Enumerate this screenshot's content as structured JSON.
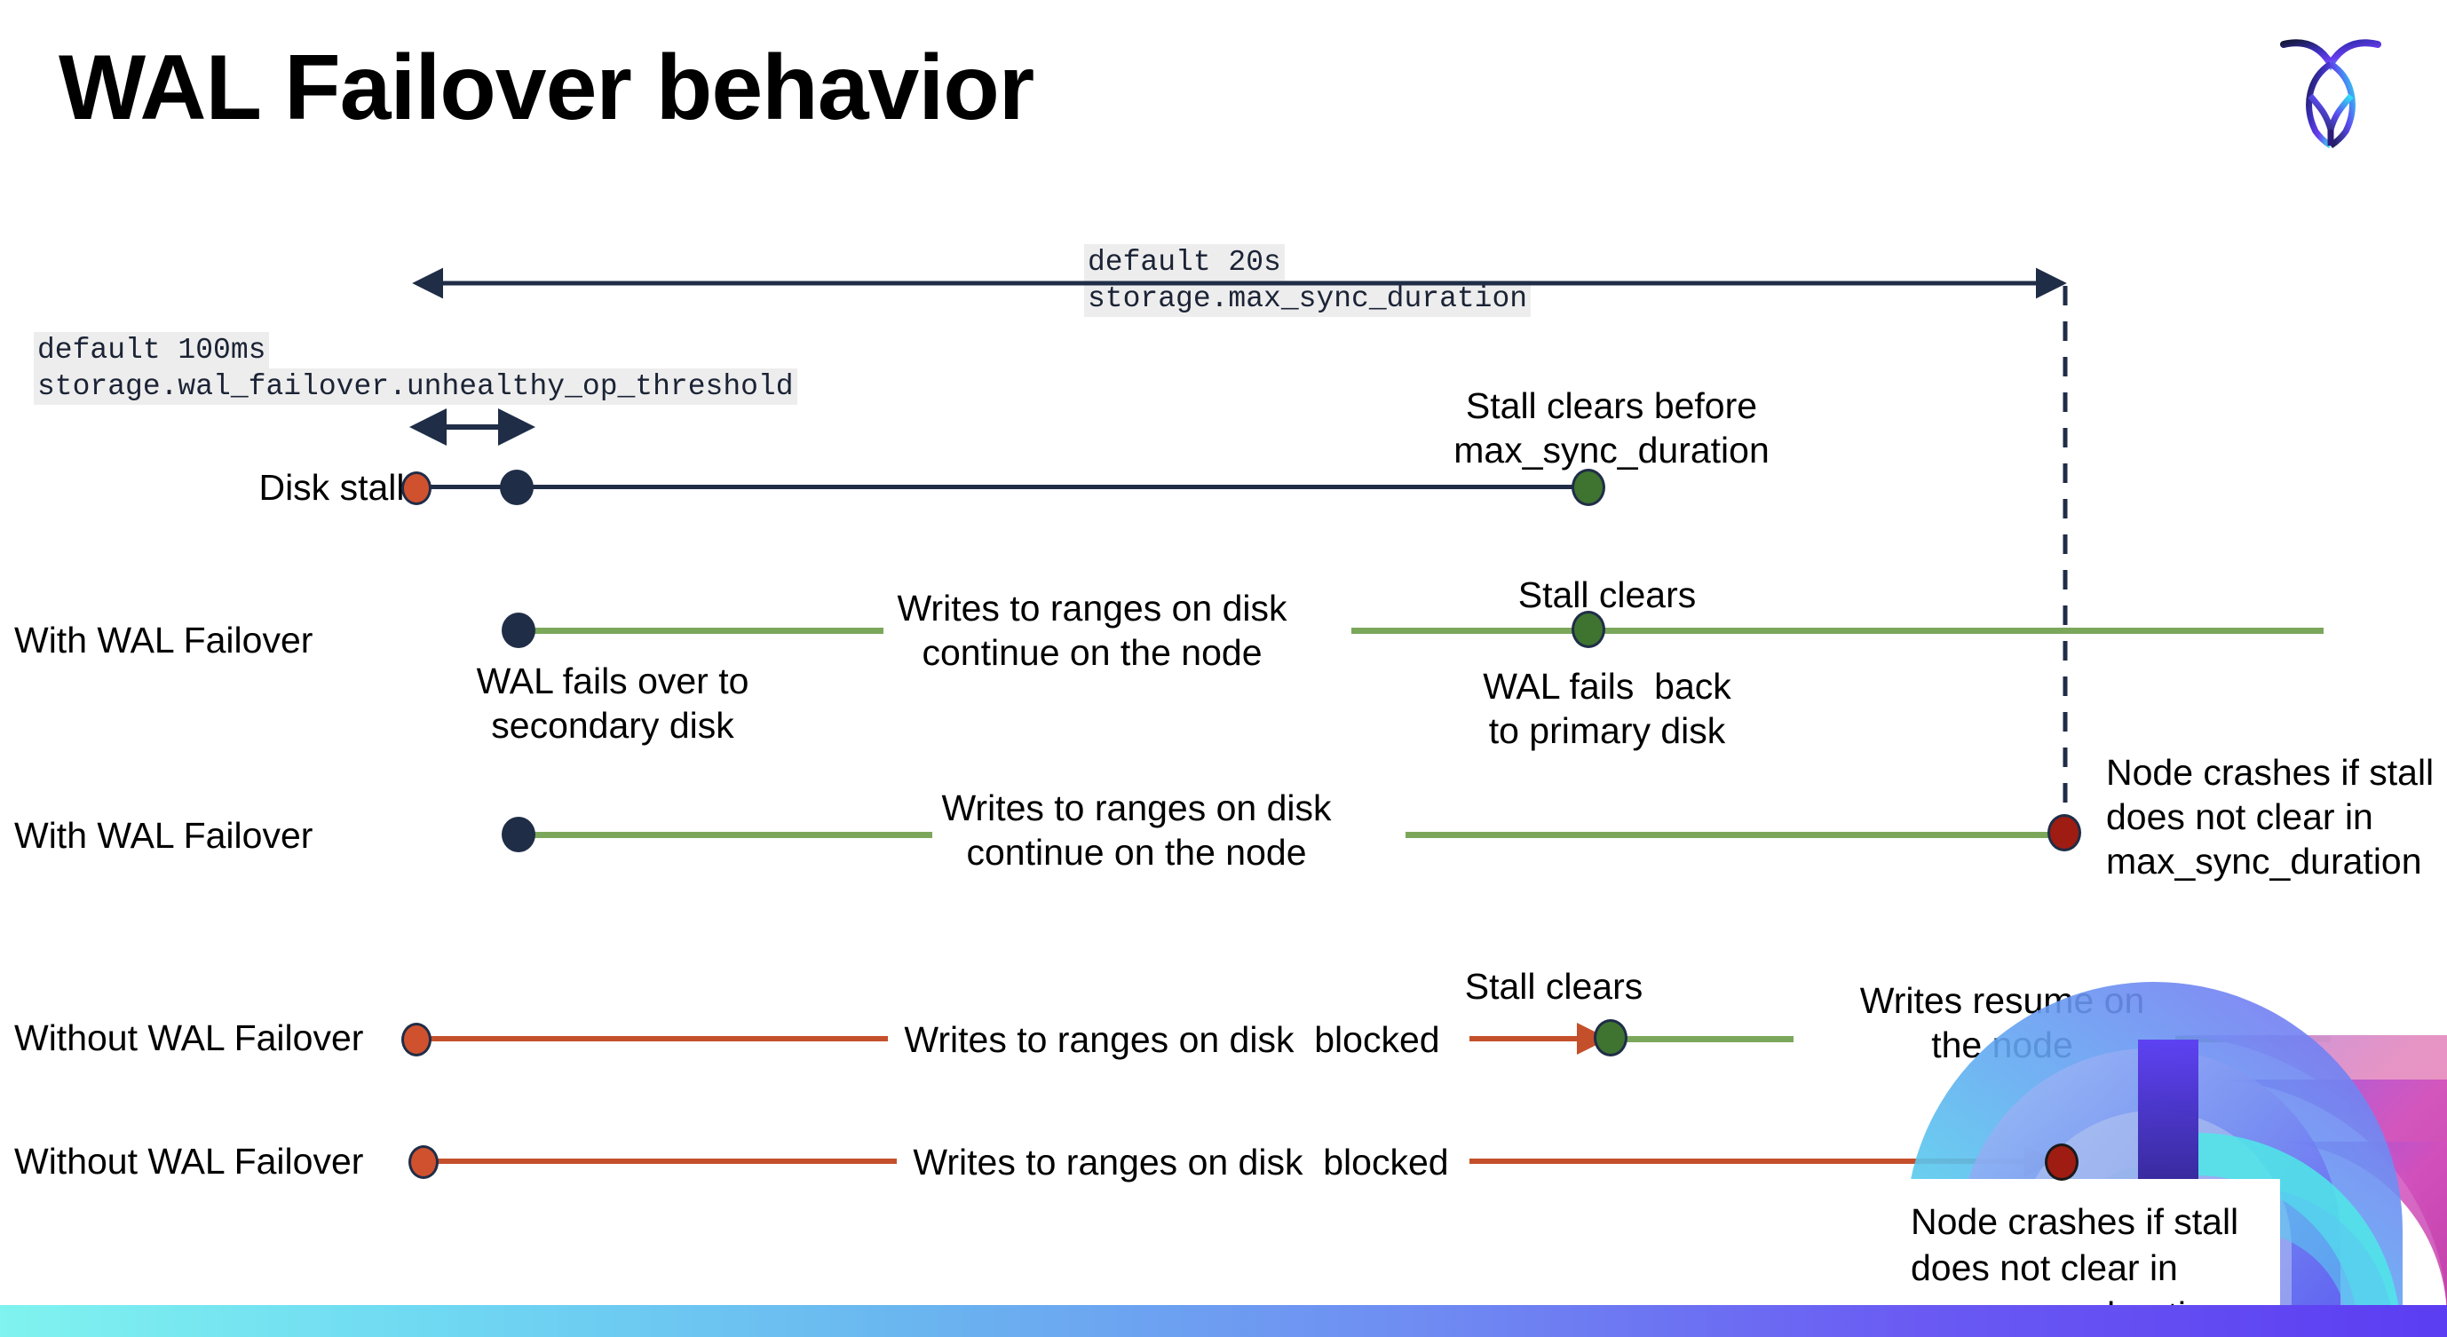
{
  "slide": {
    "title": "WAL Failover behavior",
    "logo_name": "cockroachdb-logo"
  },
  "annotations": {
    "max_sync": {
      "line1": "default 20s",
      "line2": "storage.max_sync_duration"
    },
    "unhealthy_threshold": {
      "line1": "default 100ms",
      "line2": "storage.wal_failover.unhealthy_op_threshold"
    }
  },
  "rows": [
    {
      "id": "disk-stalls",
      "label": "Disk stalls",
      "note_right": "Stall clears before\nmax_sync_duration"
    },
    {
      "id": "with-wal-failover-1",
      "label": "With WAL Failover",
      "note_mid": "Writes to ranges on disk\ncontinue on the node",
      "note_event": "Stall clears",
      "note_below_left": "WAL fails over to\nsecondary disk",
      "note_below_right": "WAL fails  back\nto primary disk"
    },
    {
      "id": "with-wal-failover-2",
      "label": "With WAL Failover",
      "note_mid": "Writes to ranges on disk\ncontinue on the node",
      "note_right": "Node crashes if stall\ndoes not clear in\nmax_sync_duration"
    },
    {
      "id": "without-wal-failover-1",
      "label": "Without WAL Failover",
      "note_mid": "Writes to ranges on disk  blocked",
      "note_event": "Stall clears",
      "note_right": "Writes resume on\nthe node"
    },
    {
      "id": "without-wal-failover-2",
      "label": "Without WAL Failover",
      "note_mid": "Writes to ranges on disk  blocked",
      "note_callout": "Node crashes if stall\ndoes not clear in\nmax_sync_duration"
    }
  ],
  "colors": {
    "navy": "#1f2d47",
    "green_line": "#7ba75b",
    "green_dot": "#3f7330",
    "red_line": "#c4502b",
    "orange_dot": "#d0512e",
    "dark_red_dot": "#9e1c12",
    "code_bg": "#ededed",
    "bar_start": "#7ff3ef",
    "bar_end": "#5b3df2"
  }
}
